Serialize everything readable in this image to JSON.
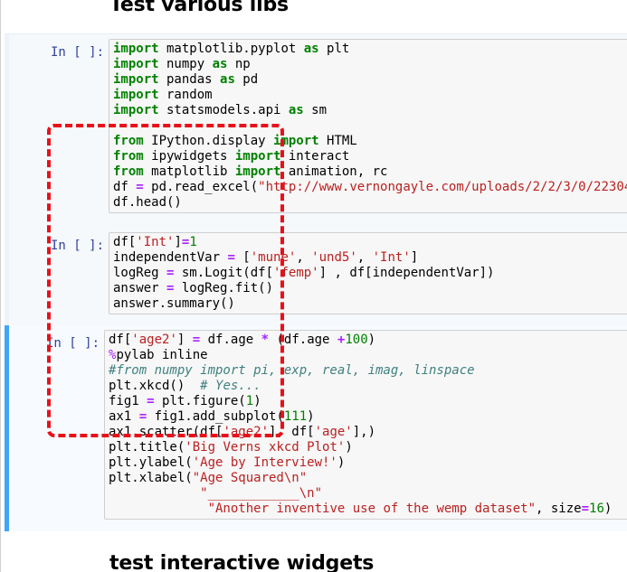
{
  "headings": {
    "top": "Test various libs",
    "bottom": "test interactive widgets"
  },
  "colors": {
    "prompt": "#303f9f",
    "keyword": "#008000",
    "operator": "#aa22ff",
    "string": "#ba2121",
    "comment": "#408080",
    "selected_bar": "#42a5f5",
    "annotation": "#e8111a"
  },
  "cells": [
    {
      "prompt": "In [ ]:",
      "selected": false,
      "lines": [
        [
          [
            "kw",
            "import"
          ],
          [
            "t",
            " matplotlib.pyplot "
          ],
          [
            "kw",
            "as"
          ],
          [
            "t",
            " plt"
          ]
        ],
        [
          [
            "kw",
            "import"
          ],
          [
            "t",
            " numpy "
          ],
          [
            "kw",
            "as"
          ],
          [
            "t",
            " np"
          ]
        ],
        [
          [
            "kw",
            "import"
          ],
          [
            "t",
            " pandas "
          ],
          [
            "kw",
            "as"
          ],
          [
            "t",
            " pd"
          ]
        ],
        [
          [
            "kw",
            "import"
          ],
          [
            "t",
            " random"
          ]
        ],
        [
          [
            "kw",
            "import"
          ],
          [
            "t",
            " statsmodels.api "
          ],
          [
            "kw",
            "as"
          ],
          [
            "t",
            " sm"
          ]
        ],
        [],
        [
          [
            "kw",
            "from"
          ],
          [
            "t",
            " IPython.display "
          ],
          [
            "kw",
            "import"
          ],
          [
            "t",
            " HTML"
          ]
        ],
        [
          [
            "kw",
            "from"
          ],
          [
            "t",
            " ipywidgets "
          ],
          [
            "kw",
            "import"
          ],
          [
            "t",
            " interact"
          ]
        ],
        [
          [
            "kw",
            "from"
          ],
          [
            "t",
            " matplotlib "
          ],
          [
            "kw",
            "import"
          ],
          [
            "t",
            " animation, rc"
          ]
        ],
        [
          [
            "t",
            "df "
          ],
          [
            "op",
            "="
          ],
          [
            "t",
            " pd.read_excel("
          ],
          [
            "str",
            "\"http://www.vernongayle.com/uploads/2/2/3/0/22304"
          ]
        ],
        [
          [
            "t",
            "df.head()"
          ]
        ]
      ]
    },
    {
      "prompt": "In [ ]:",
      "selected": false,
      "lines": [
        [
          [
            "t",
            "df["
          ],
          [
            "str",
            "'Int'"
          ],
          [
            "t",
            "]"
          ],
          [
            "op",
            "="
          ],
          [
            "num",
            "1"
          ]
        ],
        [
          [
            "t",
            "independentVar "
          ],
          [
            "op",
            "="
          ],
          [
            "t",
            " ["
          ],
          [
            "str",
            "'mune'"
          ],
          [
            "t",
            ", "
          ],
          [
            "str",
            "'und5'"
          ],
          [
            "t",
            ", "
          ],
          [
            "str",
            "'Int'"
          ],
          [
            "t",
            "]"
          ]
        ],
        [
          [
            "t",
            "logReg "
          ],
          [
            "op",
            "="
          ],
          [
            "t",
            " sm.Logit(df["
          ],
          [
            "str",
            "'femp'"
          ],
          [
            "t",
            "] , df[independentVar])"
          ]
        ],
        [
          [
            "t",
            "answer "
          ],
          [
            "op",
            "="
          ],
          [
            "t",
            " logReg.fit()"
          ]
        ],
        [
          [
            "t",
            "answer.summary()"
          ]
        ]
      ]
    },
    {
      "prompt": "In [ ]:",
      "selected": true,
      "lines": [
        [
          [
            "t",
            "df["
          ],
          [
            "str",
            "'age2'"
          ],
          [
            "t",
            "] "
          ],
          [
            "op",
            "="
          ],
          [
            "t",
            " df.age "
          ],
          [
            "op",
            "*"
          ],
          [
            "t",
            " (df.age "
          ],
          [
            "op",
            "+"
          ],
          [
            "num",
            "100"
          ],
          [
            "t",
            ")"
          ]
        ],
        [
          [
            "mg",
            "%"
          ],
          [
            "t",
            "pylab inline"
          ]
        ],
        [
          [
            "cm",
            "#from numpy import pi, exp, real, imag, linspace"
          ]
        ],
        [
          [
            "t",
            "plt.xkcd()  "
          ],
          [
            "cm",
            "# Yes..."
          ]
        ],
        [
          [
            "t",
            "fig1 "
          ],
          [
            "op",
            "="
          ],
          [
            "t",
            " plt.figure("
          ],
          [
            "num",
            "1"
          ],
          [
            "t",
            ")"
          ]
        ],
        [
          [
            "t",
            "ax1 "
          ],
          [
            "op",
            "="
          ],
          [
            "t",
            " fig1.add_subplot("
          ],
          [
            "num",
            "111"
          ],
          [
            "t",
            ")"
          ]
        ],
        [
          [
            "t",
            "ax1.scatter(df["
          ],
          [
            "str",
            "'age2'"
          ],
          [
            "t",
            "], df["
          ],
          [
            "str",
            "'age'"
          ],
          [
            "t",
            "],)"
          ]
        ],
        [
          [
            "t",
            "plt.title("
          ],
          [
            "str",
            "'Big Verns xkcd Plot'"
          ],
          [
            "t",
            ")"
          ]
        ],
        [
          [
            "t",
            "plt.ylabel("
          ],
          [
            "str",
            "'Age by Interview!'"
          ],
          [
            "t",
            ")"
          ]
        ],
        [
          [
            "t",
            "plt.xlabel("
          ],
          [
            "str",
            "\"Age Squared\\n\""
          ]
        ],
        [
          [
            "t",
            "            "
          ],
          [
            "str",
            "\"____________\\n\""
          ]
        ],
        [
          [
            "t",
            "             "
          ],
          [
            "str",
            "\"Another inventive use of the wemp dataset\""
          ],
          [
            "t",
            ", size"
          ],
          [
            "op",
            "="
          ],
          [
            "num",
            "16"
          ],
          [
            "t",
            ")"
          ]
        ]
      ]
    }
  ]
}
